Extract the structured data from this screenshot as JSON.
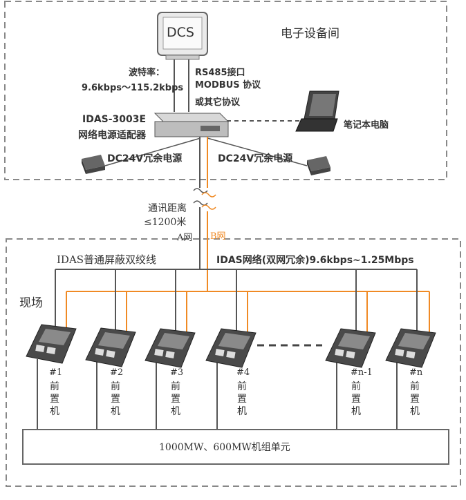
{
  "room_title": "电子设备间",
  "dcs_label": "DCS",
  "baud": {
    "label": "波特率：",
    "value": "9.6kbps～115.2kbps"
  },
  "protocol": {
    "line1": "RS485接口",
    "line2": "MODBUS 协议",
    "line3": "或其它协议"
  },
  "adapter": {
    "model": "IDAS-3003E",
    "name": "网络电源适配器"
  },
  "laptop_label": "笔记本电脑",
  "psu_left": "DC24V冗余电源",
  "psu_right": "DC24V冗余电源",
  "distance": {
    "line1": "通讯距离",
    "line2": "≤1200米"
  },
  "net_a": "A网",
  "net_b": "B网",
  "cable_label": "IDAS普通屏蔽双绞线",
  "network_label": "IDAS网络(双网冗余)9.6kbps~1.25Mbps",
  "field_label": "现场",
  "frontends": [
    {
      "id": "#1",
      "text": "前置机"
    },
    {
      "id": "#2",
      "text": "前置机"
    },
    {
      "id": "#3",
      "text": "前置机"
    },
    {
      "id": "#4",
      "text": "前置机"
    },
    {
      "id": "#n-1",
      "text": "前置机"
    },
    {
      "id": "#n",
      "text": "前置机"
    }
  ],
  "unit_label": "1000MW、600MW机组单元",
  "colors": {
    "b_network": "#f08a24",
    "a_network": "#555555",
    "frame": "#888888"
  }
}
